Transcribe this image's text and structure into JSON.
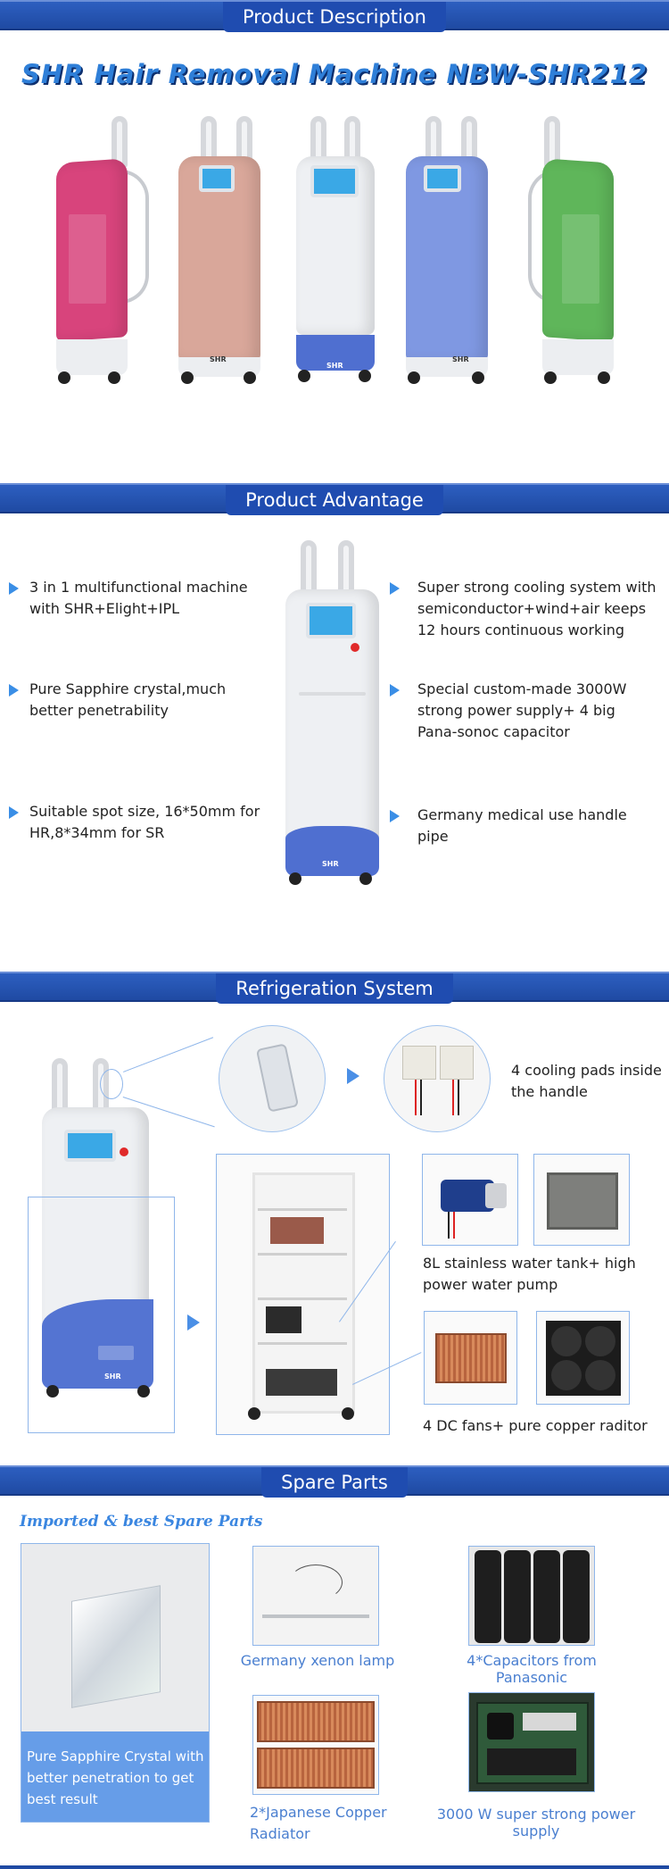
{
  "sections": {
    "description": "Product Description",
    "advantage": "Product Advantage",
    "refrigeration": "Refrigeration System",
    "spare": "Spare Parts"
  },
  "hero_title": "SHR Hair Removal Machine NBW-SHR212",
  "machine_badge": "SHR",
  "colors": {
    "band": "#1f4aa3",
    "accent": "#3a8ee6",
    "machine_colors": [
      "#d8447c",
      "#d9a79a",
      "#eef0f3",
      "#7f98e2",
      "#5fb65a"
    ]
  },
  "advantages": {
    "left": [
      "3 in 1 multifunctional machine with SHR+Elight+IPL",
      "Pure Sapphire crystal,much better penetrability",
      "Suitable spot size, 16*50mm for HR,8*34mm for SR"
    ],
    "right": [
      "Super strong cooling system with semiconductor+wind+air keeps 12 hours continuous working",
      "Special custom-made 3000W strong power supply+ 4 big Pana-sonoc capacitor",
      "Germany medical use handle pipe"
    ]
  },
  "refrigeration": {
    "cooling_pads": "4 cooling pads inside the handle",
    "water_tank": "8L stainless water tank+ high power water pump",
    "fans": "4 DC fans+ pure copper raditor"
  },
  "spare": {
    "heading": "Imported & best Spare Parts",
    "sapphire": "Pure Sapphire Crystal with better penetration to get best result",
    "xenon": "Germany xenon lamp",
    "capacitors": "4*Capacitors from Panasonic",
    "radiator": "2*Japanese Copper Radiator",
    "power": "3000 W super strong power supply"
  }
}
